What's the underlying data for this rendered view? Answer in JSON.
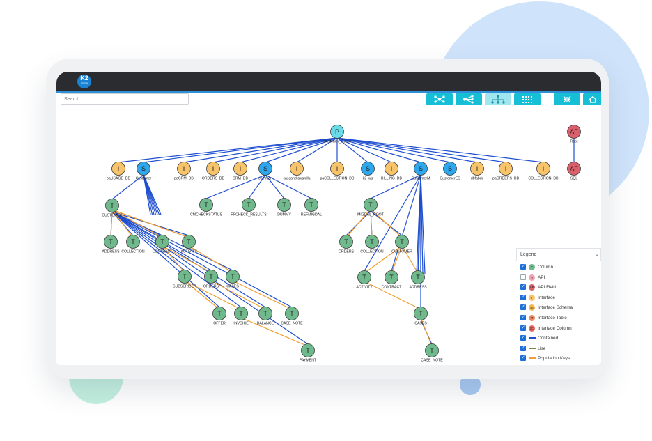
{
  "app": {
    "logo_text": "K2",
    "logo_sub": "VIEW"
  },
  "search": {
    "placeholder": "Search"
  },
  "toolbar": {
    "buttons": [
      "network-layout-icon",
      "share-layout-icon",
      "hierarchy-layout-icon",
      "grid-layout-icon",
      "collapse-icon",
      "home-icon"
    ]
  },
  "colors": {
    "interface": "#f7c46c",
    "schema": "#2fa7ec",
    "table": "#6fb98c",
    "root_p": "#69dbe8",
    "af": "#d85f6b",
    "contained": "#1f4fd0",
    "population": "#f39c2f"
  },
  "graph": {
    "root": {
      "glyph": "P",
      "label": "Customer_Demo"
    },
    "level1": [
      {
        "glyph": "I",
        "label": "paUSAGE_DB",
        "kind": "interface"
      },
      {
        "glyph": "S",
        "label": "Customer",
        "kind": "schema"
      },
      {
        "glyph": "I",
        "label": "paCRM_DB",
        "kind": "interface"
      },
      {
        "glyph": "I",
        "label": "ORDERS_DB",
        "kind": "interface"
      },
      {
        "glyph": "I",
        "label": "CRM_DB",
        "kind": "interface"
      },
      {
        "glyph": "S",
        "label": "common",
        "kind": "schema"
      },
      {
        "glyph": "I",
        "label": "cassandraVanilla",
        "kind": "interface"
      },
      {
        "glyph": "I",
        "label": "paCOLLECTION_DB",
        "kind": "interface"
      },
      {
        "glyph": "S",
        "label": "k2_ws",
        "kind": "schema"
      },
      {
        "glyph": "I",
        "label": "BILLING_DB",
        "kind": "interface"
      },
      {
        "glyph": "S",
        "label": "CustomerM",
        "kind": "schema"
      },
      {
        "glyph": "S",
        "label": "CustomerES",
        "kind": "schema"
      },
      {
        "glyph": "I",
        "label": "dbfabric",
        "kind": "interface"
      },
      {
        "glyph": "I",
        "label": "paORDERS_DB",
        "kind": "interface"
      },
      {
        "glyph": "I",
        "label": "COLLECTION_DB",
        "kind": "interface"
      }
    ],
    "af_nodes": [
      {
        "glyph": "AF",
        "label": "Root"
      },
      {
        "glyph": "AF",
        "label": "SQL"
      }
    ],
    "tables": [
      "CUSTOMER",
      "ADDRESS",
      "COLLECTION",
      "CONTRACT",
      "ACTIVITY",
      "SUBSCRIBER",
      "ORDERS",
      "CASES",
      "OFFER",
      "INVOICE",
      "BALANCE",
      "CASE_NOTE",
      "PAYMENT",
      "CMCHECKSTATUS",
      "RFCHECK_RESULTS",
      "DUMMY",
      "REFMIGDAL",
      "MIGDAL_ROOT",
      "ORDERS",
      "COLLECTION",
      "CUSTOMER",
      "ACTIVITY",
      "CONTRACT",
      "ADDRESS",
      "CASES",
      "CASE_NOTE"
    ],
    "table_glyph": "T"
  },
  "legend": {
    "title": "Legend",
    "items": [
      {
        "label": "Column",
        "checked": true,
        "swatch": "C",
        "color": "#6fb98c",
        "type": "node"
      },
      {
        "label": "API",
        "checked": false,
        "swatch": "A",
        "color": "#f2a2b0",
        "type": "node"
      },
      {
        "label": "API Field",
        "checked": true,
        "swatch": "AF",
        "color": "#d85f6b",
        "type": "node"
      },
      {
        "label": "Interface",
        "checked": true,
        "swatch": "I",
        "color": "#f7c46c",
        "type": "node"
      },
      {
        "label": "Interface Schema",
        "checked": true,
        "swatch": "IS",
        "color": "#f5b84e",
        "type": "node"
      },
      {
        "label": "Interface Table",
        "checked": true,
        "swatch": "IT",
        "color": "#f08a5d",
        "type": "node"
      },
      {
        "label": "Interface Column",
        "checked": true,
        "swatch": "IC",
        "color": "#ec6a5e",
        "type": "node"
      },
      {
        "label": "Contained",
        "checked": true,
        "color": "#1f4fd0",
        "type": "line"
      },
      {
        "label": "Use",
        "checked": true,
        "color": "#7a8a3a",
        "type": "line"
      },
      {
        "label": "Population Keys",
        "checked": true,
        "color": "#f39c2f",
        "type": "line"
      }
    ]
  }
}
